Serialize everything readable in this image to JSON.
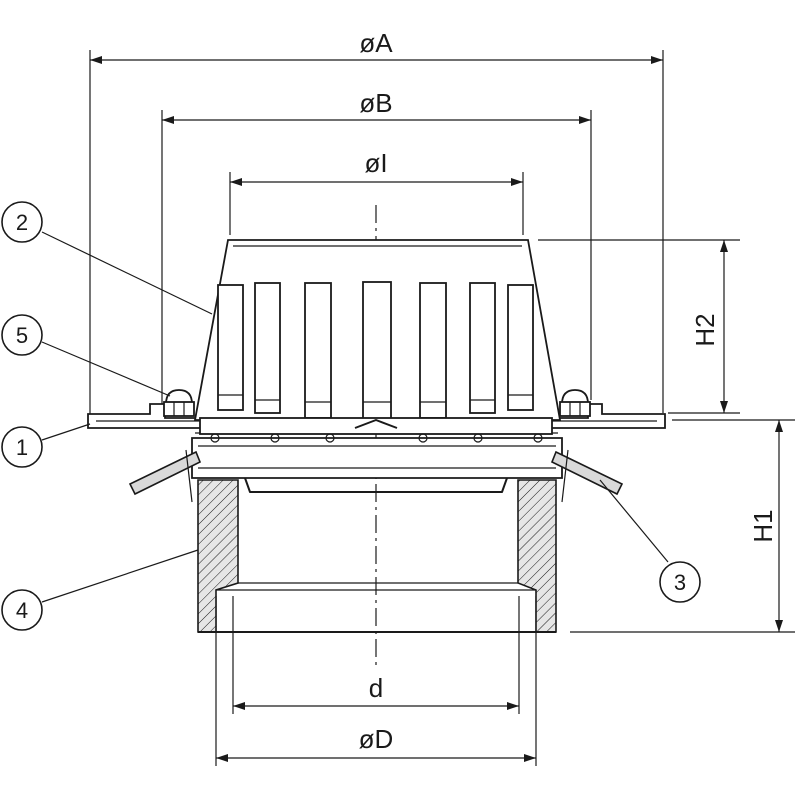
{
  "dimensions": {
    "outer_diameter": "øA",
    "flange_diameter": "øB",
    "grate_diameter": "øI",
    "grate_height": "H2",
    "body_height": "H1",
    "inner_diameter": "d",
    "outer_outlet_diameter": "øD"
  },
  "callouts": [
    "1",
    "2",
    "3",
    "4",
    "5"
  ],
  "colors": {
    "line": "#1a1a1a",
    "background": "#ffffff",
    "fill_gray": "#d9d9d9"
  }
}
